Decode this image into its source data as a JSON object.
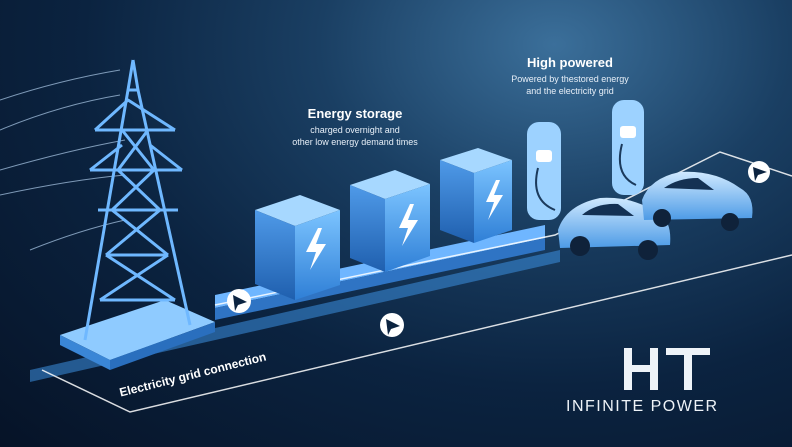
{
  "labels": {
    "storage_title": "Energy storage",
    "storage_sub_1": "charged overnight and",
    "storage_sub_2": "other low energy demand times",
    "hp_title": "High powered",
    "hp_sub_1": "Powered by thestored energy",
    "hp_sub_2": "and the electricity grid",
    "grid_label": "Electricity grid connection"
  },
  "brand": {
    "mark": "HT",
    "name": "INFINITE POWER"
  },
  "colors": {
    "accent": "#4aa8ff",
    "glow": "#8fd0ff",
    "background": "#0b2340"
  }
}
